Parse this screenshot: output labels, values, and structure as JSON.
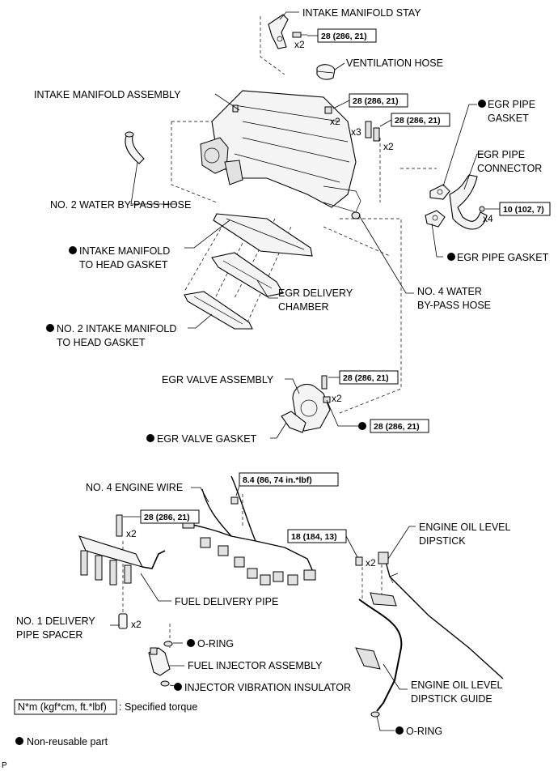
{
  "labels": {
    "intake_manifold_stay": "INTAKE MANIFOLD STAY",
    "ventilation_hose": "VENTILATION HOSE",
    "intake_manifold_assembly": "INTAKE MANIFOLD ASSEMBLY",
    "egr_pipe_gasket_top_1": "EGR PIPE",
    "egr_pipe_gasket_top_2": "GASKET",
    "egr_pipe_connector_1": "EGR PIPE",
    "egr_pipe_connector_2": "CONNECTOR",
    "no2_water_bypass_hose": "NO. 2 WATER BY-PASS HOSE",
    "egr_pipe_gasket_bottom": "EGR PIPE GASKET",
    "intake_manifold_to_head_gasket_1": "INTAKE MANIFOLD",
    "intake_manifold_to_head_gasket_2": "TO HEAD GASKET",
    "egr_delivery_chamber_1": "EGR DELIVERY",
    "egr_delivery_chamber_2": "CHAMBER",
    "no4_water_bypass_hose_1": "NO. 4 WATER",
    "no4_water_bypass_hose_2": "BY-PASS HOSE",
    "no2_intake_manifold_gasket_1": "NO. 2 INTAKE MANIFOLD",
    "no2_intake_manifold_gasket_2": "TO HEAD GASKET",
    "egr_valve_assembly": "EGR VALVE ASSEMBLY",
    "egr_valve_gasket": "EGR VALVE GASKET",
    "no4_engine_wire": "NO. 4 ENGINE WIRE",
    "engine_oil_level_dipstick_1": "ENGINE OIL LEVEL",
    "engine_oil_level_dipstick_2": "DIPSTICK",
    "fuel_delivery_pipe": "FUEL DELIVERY PIPE",
    "no1_delivery_pipe_spacer_1": "NO. 1 DELIVERY",
    "no1_delivery_pipe_spacer_2": "PIPE SPACER",
    "o_ring_injector": "O-RING",
    "fuel_injector_assembly": "FUEL INJECTOR ASSEMBLY",
    "injector_vibration_insulator": "INJECTOR VIBRATION INSULATOR",
    "engine_oil_level_dipstick_guide_1": "ENGINE OIL LEVEL",
    "engine_oil_level_dipstick_guide_2": "DIPSTICK GUIDE",
    "o_ring_guide": "O-RING"
  },
  "torques": {
    "stay": "28 (286, 21)",
    "manifold_top": "28 (286, 21)",
    "manifold_side": "28 (286, 21)",
    "egr_connector": "10 (102, 7)",
    "egr_valve_bolt": "28 (286, 21)",
    "egr_valve_nut": "28 (286, 21)",
    "engine_wire": "8.4 (86, 74 in.*lbf)",
    "delivery_pipe": "28 (286, 21)",
    "dipstick_guide": "18 (184, 13)"
  },
  "quantities": {
    "stay": "x2",
    "manifold_top": "x2",
    "manifold_side_bolts": "x3",
    "manifold_side_nuts": "x2",
    "egr_connector": "x4",
    "egr_valve": "x2",
    "delivery_pipe": "x2",
    "spacer": "x2",
    "dipstick_guide": "x2"
  },
  "legend": {
    "torque_unit": "N*m (kgf*cm, ft.*lbf)",
    "torque_desc": ": Specified torque",
    "non_reusable": "Non-reusable part"
  },
  "corner_mark": "P"
}
